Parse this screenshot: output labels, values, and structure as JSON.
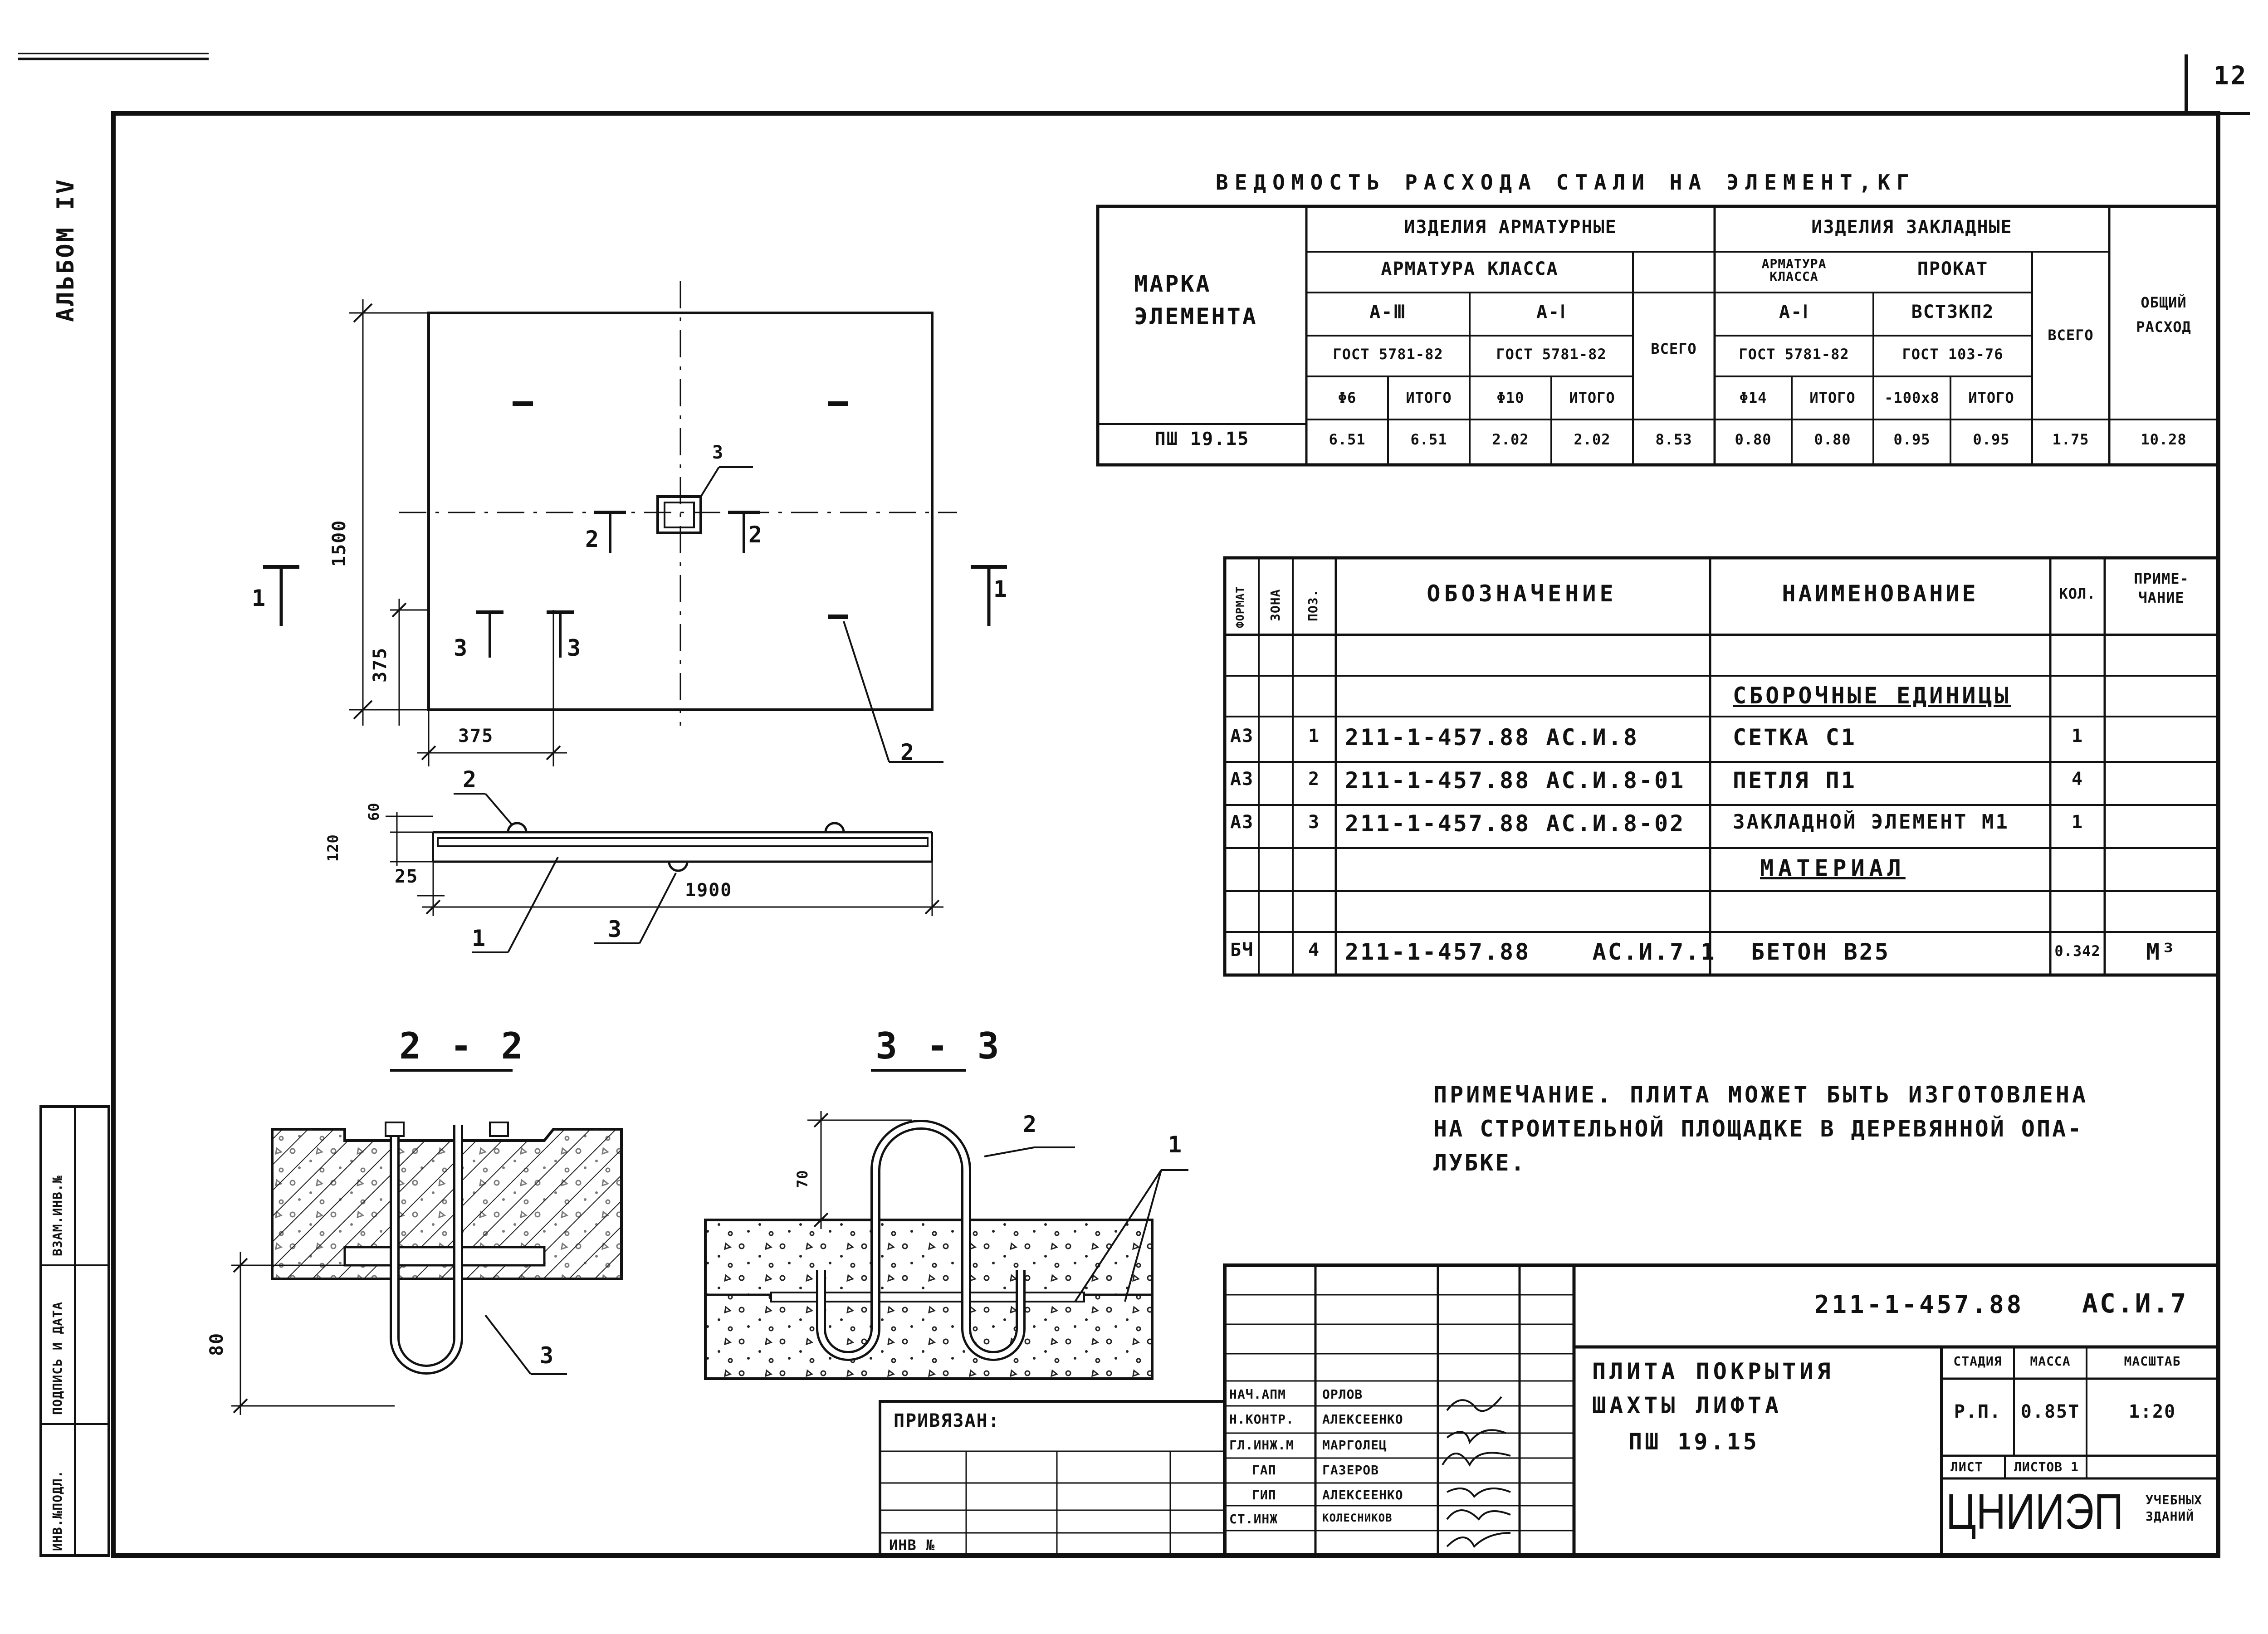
{
  "page_number": "12",
  "album": "АЛЬБОМ IV",
  "stamp_margin": {
    "f1": "ИНВ.№ПОДЛ.",
    "f2": "ПОДПИСЬ И ДАТА",
    "f3": "ВЗАМ.ИНВ.№"
  },
  "steel_table": {
    "title": "ВЕДОМОСТЬ РАСХОДА СТАЛИ НА ЭЛЕМЕНТ,КГ",
    "mark_header": "МАРКА\nЭЛЕМЕНТА",
    "rebar_products": "ИЗДЕЛИЯ АРМАТУРНЫЕ",
    "embedded_products": "ИЗДЕЛИЯ ЗАКЛАДНЫЕ",
    "rebar_class": "АРМАТУРА КЛАССА",
    "rebar_class_embedded": "АРМАТУРА КЛАССА",
    "rolled": "ПРОКАТ",
    "class_a3": "А-Ⅲ",
    "class_a1": "А-Ⅰ",
    "class_a1_emb": "А-Ⅰ",
    "steel_grade": "ВСТ3КП2",
    "gost_a3": "ГОСТ 5781-82",
    "gost_a1": "ГОСТ 5781-82",
    "gost_a1_emb": "ГОСТ 5781-82",
    "gost_rolled": "ГОСТ 103-76",
    "total": "ВСЕГО",
    "total_emb": "ВСЕГО",
    "overall": "ОБЩИЙ\nРАСХОД",
    "d6": "Φ6",
    "itogo1": "ИТОГО",
    "d10": "Φ10",
    "itogo2": "ИТОГО",
    "d14": "Φ14",
    "itogo3": "ИТОГО",
    "strip": "-100х8",
    "itogo4": "ИТОГО",
    "row": [
      "ПШ 19.15",
      "6.51",
      "6.51",
      "2.02",
      "2.02",
      "8.53",
      "0.80",
      "0.80",
      "0.95",
      "0.95",
      "1.75",
      "10.28"
    ]
  },
  "spec_table": {
    "h_format": "ФОРМАТ",
    "h_zone": "ЗОНА",
    "h_pos": "ПОЗ.",
    "h_designation": "ОБОЗНАЧЕНИЕ",
    "h_name": "НАИМЕНОВАНИЕ",
    "h_qty": "КОЛ.",
    "h_note": "ПРИМЕ-\nЧАНИЕ",
    "section_assembly": "СБОРОЧНЫЕ ЕДИНИЦЫ",
    "section_materials": "МАТЕРИАЛ",
    "rows": [
      {
        "format": "А3",
        "pos": "1",
        "designation": "211-1-457.88 АС.И.8",
        "name": "СЕТКА С1",
        "qty": "1",
        "note": ""
      },
      {
        "format": "А3",
        "pos": "2",
        "designation": "211-1-457.88 АС.И.8-01",
        "name": "ПЕТЛЯ П1",
        "qty": "4",
        "note": ""
      },
      {
        "format": "А3",
        "pos": "3",
        "designation": "211-1-457.88 АС.И.8-02",
        "name": "ЗАКЛАДНОЙ ЭЛЕМЕНТ М1",
        "qty": "1",
        "note": ""
      },
      {
        "format": "БЧ",
        "pos": "4",
        "designation": "211-1-457.88    АС.И.7.1",
        "name": "БЕТОН В25",
        "qty": "0.342",
        "note": "М³"
      }
    ]
  },
  "note": {
    "line1": "ПРИМЕЧАНИЕ. ПЛИТА МОЖЕТ БЫТЬ ИЗГОТОВЛЕНА",
    "line2": "НА СТРОИТЕЛЬНОЙ ПЛОЩАДКЕ В ДЕРЕВЯННОЙ ОПА-",
    "line3": "ЛУБКЕ."
  },
  "plan_view": {
    "dim_1500": "1500",
    "dim_375_v": "375",
    "dim_375_h": "375",
    "cut1_l": "1",
    "cut1_r": "1",
    "cut2_l": "2",
    "cut2_r": "2",
    "cut3_l": "3",
    "cut3_r": "3",
    "pos3": "3",
    "pos2": "2"
  },
  "side_view": {
    "dim_120": "120",
    "dim_60": "60",
    "dim_25": "25",
    "dim_1900": "1900",
    "pos1": "1",
    "pos2": "2",
    "pos3": "3"
  },
  "section_2_2": {
    "title": "2 - 2",
    "dim_80": "80",
    "pos3": "3"
  },
  "section_3_3": {
    "title": "3 - 3",
    "dim_70": "70",
    "pos2": "2",
    "pos1": "1"
  },
  "title_block": {
    "doc_code": "211-1-457.88",
    "sheet_code": "АС.И.7",
    "privyazan": "ПРИВЯЗАН:",
    "inv": "ИНВ №",
    "roles": [
      "НАЧ.АПМ",
      "Н.КОНТР.",
      "ГЛ.ИНЖ.М",
      "ГАП",
      "ГИП",
      "СТ.ИНЖ"
    ],
    "names": [
      "ОРЛОВ",
      "АЛЕКСЕЕНКО",
      "МАРГОЛЕЦ",
      "ГАЗЕРОВ",
      "АЛЕКСЕЕНКО",
      "КОЛЕСНИКОВ"
    ],
    "title_l1": "ПЛИТА ПОКРЫТИЯ",
    "title_l2": "ШАХТЫ ЛИФТА",
    "title_l3": "ПШ 19.15",
    "h_stage": "СТАДИЯ",
    "h_mass": "МАССА",
    "h_scale": "МАСШТАБ",
    "stage": "Р.П.",
    "mass": "0.85Т",
    "scale": "1:20",
    "sheet": "ЛИСТ",
    "sheets": "ЛИСТОВ 1",
    "org": "ЦНИИЭП",
    "org_sub": "УЧЕБНЫХ\nЗДАНИЙ"
  }
}
